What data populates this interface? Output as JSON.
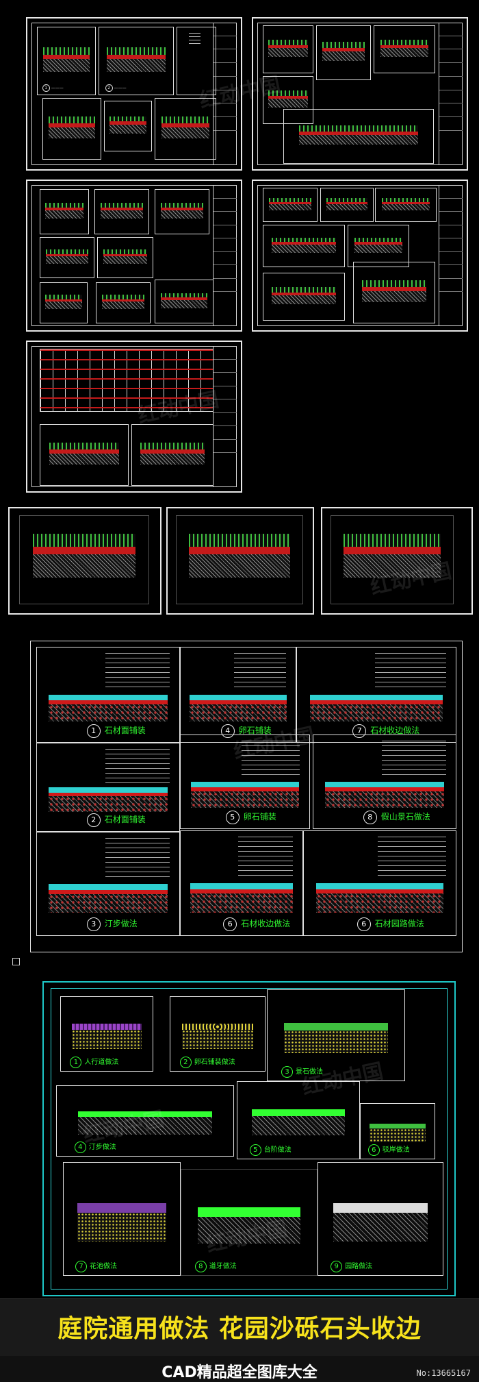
{
  "banner": {
    "title": "庭院通用做法 花园沙砾石头收边",
    "subtitle": "CAD精品超全图库大全",
    "number": "No:13665167"
  },
  "colors": {
    "banner_text": "#f7e21c",
    "cad_green": "#32ff32",
    "cad_red": "#c51a1a",
    "cad_cyan": "#1ec8c8"
  },
  "big_sheet": {
    "details": [
      {
        "num": "1",
        "caption": "石材面铺装"
      },
      {
        "num": "4",
        "caption": "卵石铺装"
      },
      {
        "num": "7",
        "caption": "石材收边做法"
      },
      {
        "num": "2",
        "caption": "石材面铺装"
      },
      {
        "num": "5",
        "caption": "卵石铺装"
      },
      {
        "num": "8",
        "caption": "假山景石做法"
      },
      {
        "num": "3",
        "caption": "汀步做法"
      },
      {
        "num": "6",
        "caption": "石材收边做法"
      },
      {
        "num": "6",
        "caption": "石材园路做法"
      }
    ]
  },
  "cyan_sheet": {
    "details": [
      {
        "num": "1",
        "caption": "人行道做法"
      },
      {
        "num": "2",
        "caption": "卵石铺装做法"
      },
      {
        "num": "3",
        "caption": "景石做法"
      },
      {
        "num": "4",
        "caption": "汀步做法"
      },
      {
        "num": "5",
        "caption": "台阶做法"
      },
      {
        "num": "6",
        "caption": "驳岸做法"
      },
      {
        "num": "7",
        "caption": "花池做法"
      },
      {
        "num": "8",
        "caption": "道牙做法"
      },
      {
        "num": "9",
        "caption": "园路做法"
      }
    ]
  },
  "watermark": "红动中国"
}
